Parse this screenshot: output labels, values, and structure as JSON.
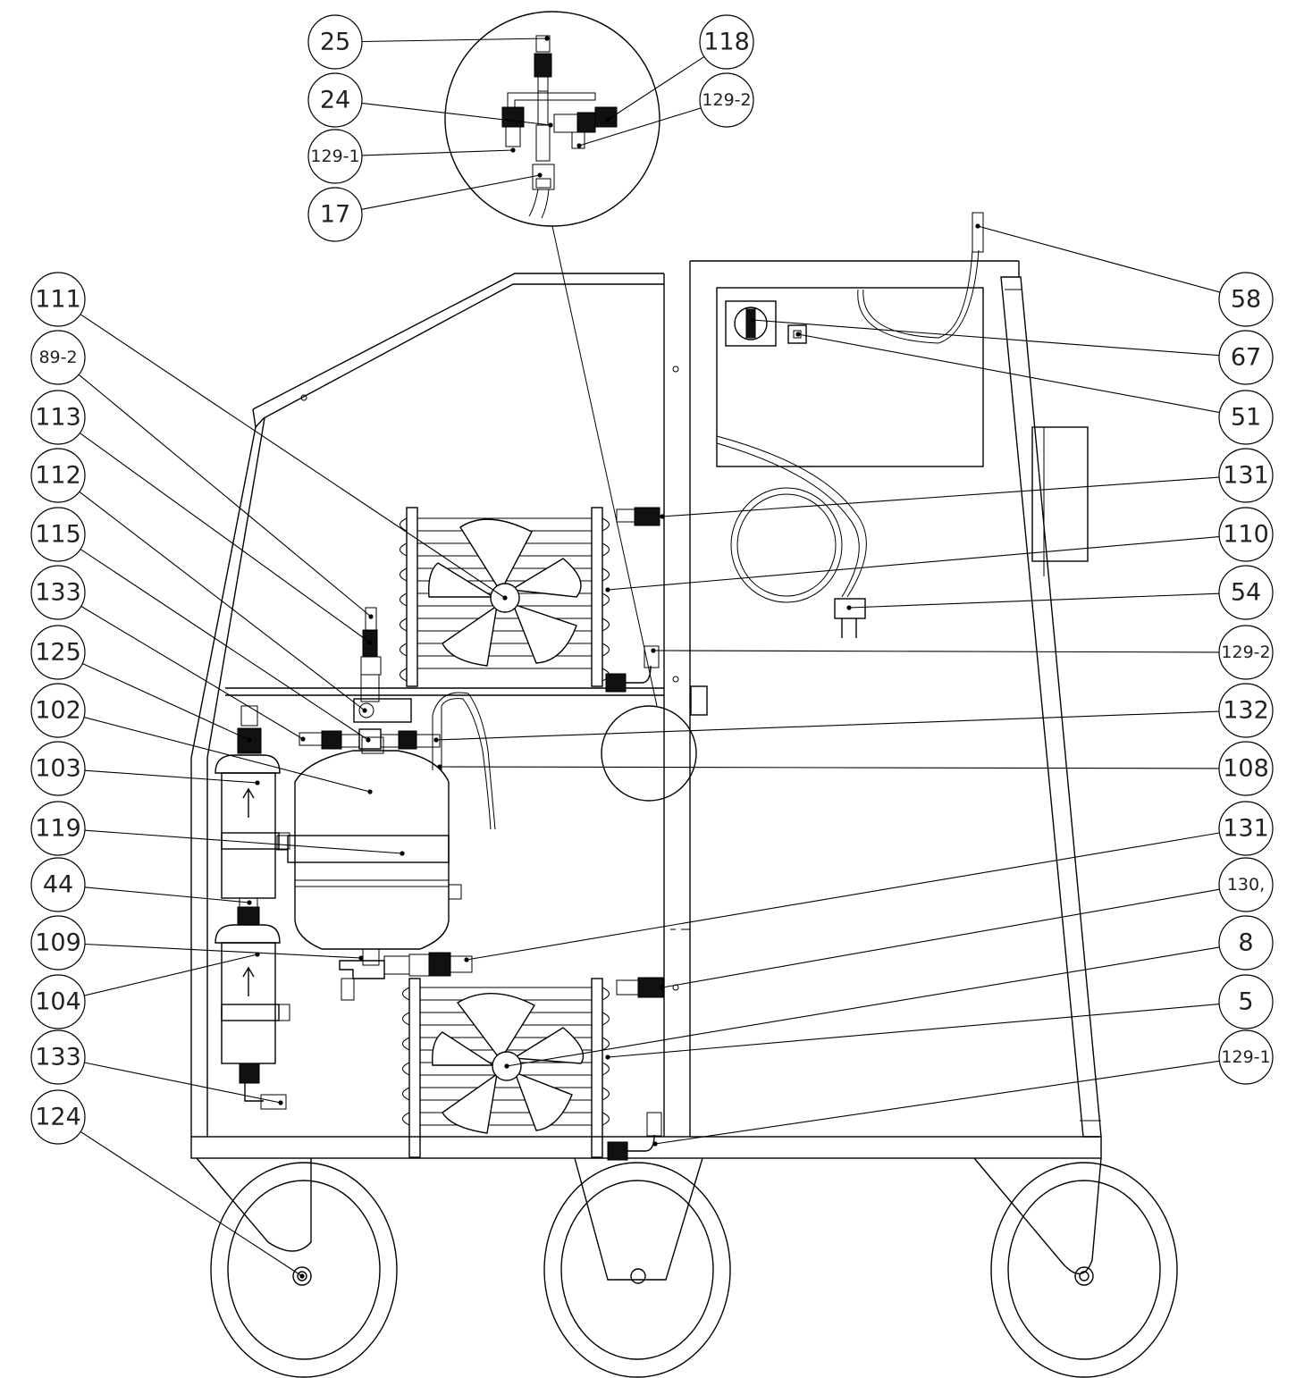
{
  "callouts": [
    {
      "id": "c25",
      "label": "25"
    },
    {
      "id": "c24",
      "label": "24"
    },
    {
      "id": "c129_1_top",
      "label": "129-1"
    },
    {
      "id": "c17",
      "label": "17"
    },
    {
      "id": "c118",
      "label": "118"
    },
    {
      "id": "c129_2_top",
      "label": "129-2"
    },
    {
      "id": "c111",
      "label": "111"
    },
    {
      "id": "c89_2",
      "label": "89-2"
    },
    {
      "id": "c113",
      "label": "113"
    },
    {
      "id": "c112",
      "label": "112"
    },
    {
      "id": "c115",
      "label": "115"
    },
    {
      "id": "c133_top",
      "label": "133"
    },
    {
      "id": "c125",
      "label": "125"
    },
    {
      "id": "c102",
      "label": "102"
    },
    {
      "id": "c103",
      "label": "103"
    },
    {
      "id": "c119",
      "label": "119"
    },
    {
      "id": "c44",
      "label": "44"
    },
    {
      "id": "c109",
      "label": "109"
    },
    {
      "id": "c104",
      "label": "104"
    },
    {
      "id": "c133_bottom",
      "label": "133"
    },
    {
      "id": "c124",
      "label": "124"
    },
    {
      "id": "c58",
      "label": "58"
    },
    {
      "id": "c67",
      "label": "67"
    },
    {
      "id": "c51",
      "label": "51"
    },
    {
      "id": "c131_top",
      "label": "131"
    },
    {
      "id": "c110",
      "label": "110"
    },
    {
      "id": "c54",
      "label": "54"
    },
    {
      "id": "c129_2_right",
      "label": "129-2"
    },
    {
      "id": "c132",
      "label": "132"
    },
    {
      "id": "c108",
      "label": "108"
    },
    {
      "id": "c131_mid",
      "label": "131"
    },
    {
      "id": "c130",
      "label": "130,"
    },
    {
      "id": "c8",
      "label": "8"
    },
    {
      "id": "c5",
      "label": "5"
    },
    {
      "id": "c129_1_right",
      "label": "129-1"
    }
  ]
}
